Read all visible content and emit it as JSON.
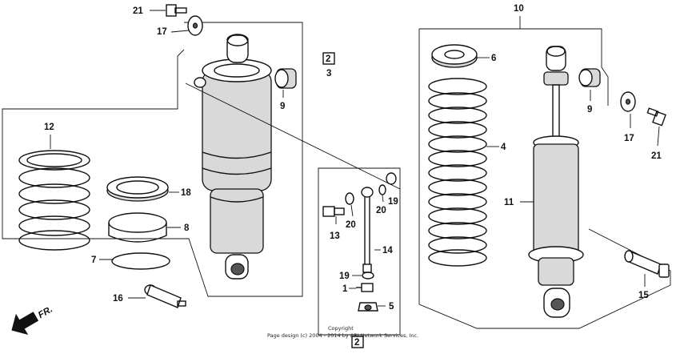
{
  "callouts": {
    "c21a": "21",
    "c17a": "17",
    "c2a": "2",
    "c3": "3",
    "c9a": "9",
    "c12": "12",
    "c18": "18",
    "c8": "8",
    "c7": "7",
    "c16": "16",
    "c19a": "19",
    "c20a": "20",
    "c20b": "20",
    "c13": "13",
    "c14": "14",
    "c19b": "19",
    "c1": "1",
    "c5": "5",
    "c2b": "2",
    "c10": "10",
    "c6": "6",
    "c9b": "9",
    "c4": "4",
    "c17b": "17",
    "c21b": "21",
    "c11": "11",
    "c15": "15"
  },
  "orientation": {
    "label": "FR.",
    "icon": "front-arrow-icon"
  },
  "footer": {
    "line1": "Copyright",
    "line2": "Page design (c) 2004 - 2014 by ARI Network Services, Inc."
  }
}
